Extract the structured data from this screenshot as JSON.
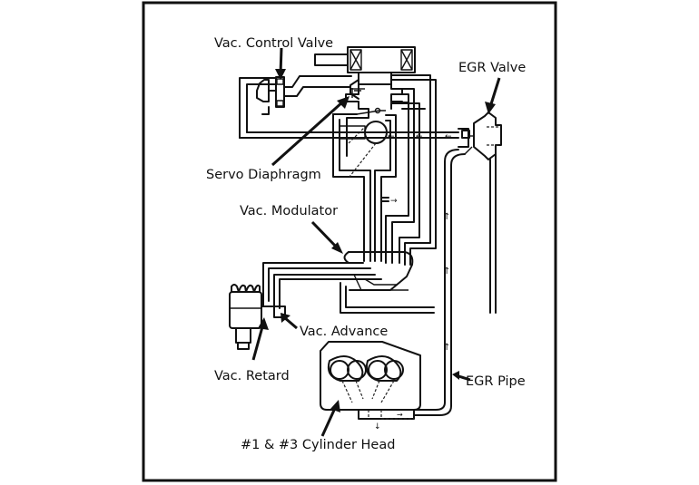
{
  "diagram": {
    "type": "vacuum / EGR system schematic",
    "labels": {
      "vac_control_valve": "Vac. Control Valve",
      "egr_valve": "EGR Valve",
      "servo_diaphragm": "Servo Diaphragm",
      "vac_modulator": "Vac. Modulator",
      "vac_advance": "Vac. Advance",
      "vac_retard": "Vac. Retard",
      "egr_pipe": "EGR Pipe",
      "cylinder_head": "#1 & #3 Cylinder Head"
    },
    "components": [
      "air-cleaner-cylinder",
      "vac-control-valve",
      "servo-diaphragm",
      "carburetor-throttle-body",
      "egr-valve",
      "vac-modulator",
      "distributor",
      "vac-advance-port",
      "vac-retard-port",
      "egr-pipe",
      "cylinder-head"
    ],
    "flow_arrows": [
      "←",
      "←",
      "←",
      "←",
      "→",
      "↑",
      "↑",
      "↑",
      "→",
      "↓"
    ]
  }
}
